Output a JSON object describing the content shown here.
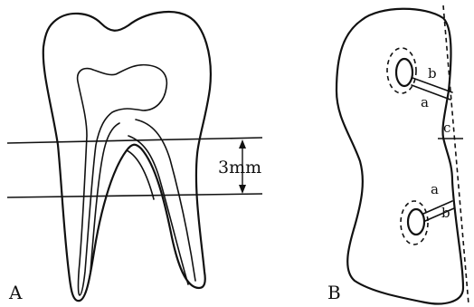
{
  "panels": {
    "a": {
      "label": "A",
      "measurement": "3mm"
    },
    "b": {
      "label": "B",
      "upper_canal": {
        "label_a": "a",
        "label_b": "b"
      },
      "lower_canal": {
        "label_a": "a",
        "label_b": "b"
      },
      "gap_label": "c"
    }
  }
}
